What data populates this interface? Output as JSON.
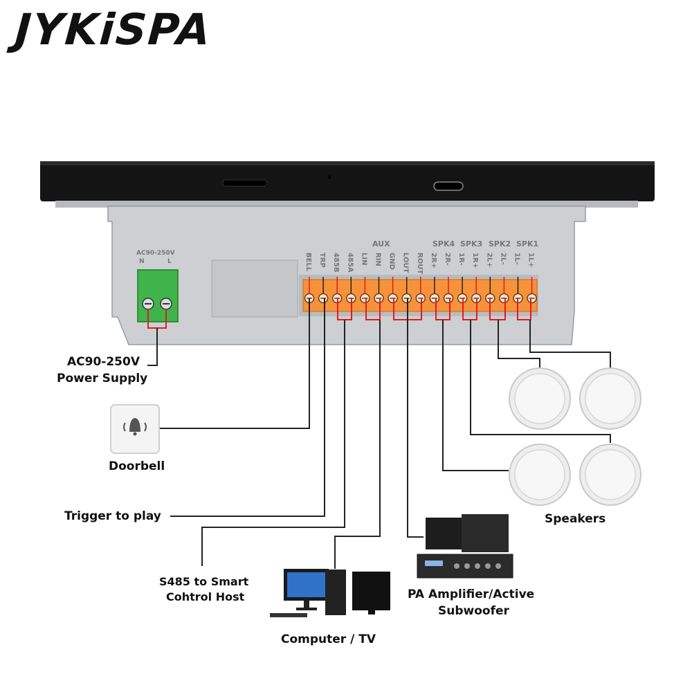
{
  "brand": "JYKiSPA",
  "power": {
    "rating": "AC90-250V",
    "n": "N",
    "l": "L",
    "label_line1": "AC90-250V",
    "label_line2": "Power Supply"
  },
  "ports": [
    "BELL",
    "TRP",
    "485B",
    "485A",
    "LIN",
    "RIN",
    "GND",
    "LOUT",
    "ROUT",
    "2R+",
    "2R-",
    "1R-",
    "1R+",
    "2L+",
    "2L-",
    "1L-",
    "1L+"
  ],
  "groups": {
    "aux": "AUX",
    "spk4": "SPK4",
    "spk3": "SPK3",
    "spk2": "SPK2",
    "spk1": "SPK1"
  },
  "devices": {
    "doorbell": "Doorbell",
    "trigger": "Trigger to play",
    "s485_line1": "S485 to Smart",
    "s485_line2": "Cohtrol Host",
    "computer": "Computer / TV",
    "amp_line1": "PA Amplifier/Active",
    "amp_line2": "Subwoofer",
    "speakers": "Speakers"
  },
  "colors": {
    "terminal": "#f7923a",
    "power_terminal": "#3cb44b",
    "wire_red": "#e11b22",
    "wire_black": "#222222",
    "panel": "#c9cbce"
  }
}
